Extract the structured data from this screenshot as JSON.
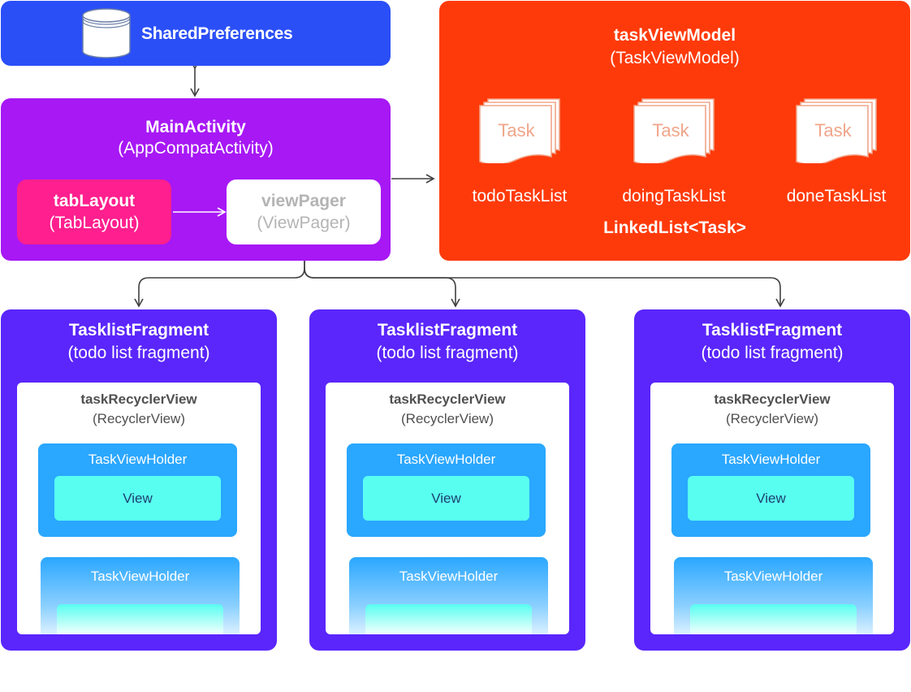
{
  "shared_preferences": {
    "label": "SharedPreferences"
  },
  "main_activity": {
    "title": "MainActivity",
    "type": "(AppCompatActivity)",
    "tab_layout": {
      "name": "tabLayout",
      "type": "(TabLayout)"
    },
    "view_pager": {
      "name": "viewPager",
      "type": "(ViewPager)"
    }
  },
  "task_view_model": {
    "title": "taskViewModel",
    "type": "(TaskViewModel)",
    "task_label": "Task",
    "lists": [
      "todoTaskList",
      "doingTaskList",
      "doneTaskList"
    ],
    "list_type": "LinkedList<Task>"
  },
  "fragments": [
    {
      "title": "TasklistFragment",
      "subtitle": "(todo list fragment)"
    },
    {
      "title": "TasklistFragment",
      "subtitle": "(todo list fragment)"
    },
    {
      "title": "TasklistFragment",
      "subtitle": "(todo list fragment)"
    }
  ],
  "recycler": {
    "name": "taskRecyclerView",
    "type": "(RecyclerView)",
    "holder": "TaskViewHolder",
    "view": "View"
  },
  "colors": {
    "shared_preferences": "#2a4ff7",
    "main_activity": "#a718f5",
    "tab_layout": "#ff1f8e",
    "task_view_model": "#ff3a0a",
    "fragment": "#5a26fc",
    "view_holder": "#2aa7ff",
    "view": "#58fff0",
    "connector": "#404040"
  },
  "icons": {
    "storage": "database-icon",
    "task": "document-stack-icon"
  }
}
